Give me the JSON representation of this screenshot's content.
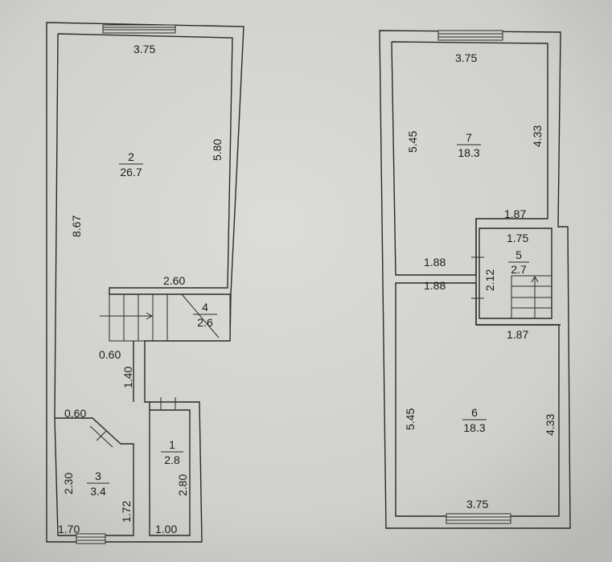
{
  "colors": {
    "paper": "#d6d6d3",
    "ink": "#222222"
  },
  "plan": {
    "left_floor": {
      "rooms": [
        {
          "number": "2",
          "area": "26.7"
        },
        {
          "number": "4",
          "area": "2.6"
        },
        {
          "number": "3",
          "area": "3.4"
        },
        {
          "number": "1",
          "area": "2.8"
        }
      ],
      "dimensions": {
        "top_width": "3.75",
        "room2_height": "5.80",
        "total_height": "8.67",
        "stair_width": "2.60",
        "corridor_width": "0.60",
        "corridor_length": "1.40",
        "room3_top": "0.60",
        "room3_height": "2.30",
        "room3_inner": "1.72",
        "room3_bottom": "1.70",
        "room1_height": "2.80",
        "room1_bottom": "1.00"
      }
    },
    "right_floor": {
      "rooms": [
        {
          "number": "7",
          "area": "18.3"
        },
        {
          "number": "5",
          "area": "2.7"
        },
        {
          "number": "6",
          "area": "18.3"
        }
      ],
      "dimensions": {
        "top_width": "3.75",
        "room7_left": "5.45",
        "room7_right": "4.33",
        "room7_bottom": "1.87",
        "room5_top": "1.75",
        "room5_height": "2.12",
        "hall_upper": "1.88",
        "hall_lower": "1.88",
        "room6_top": "1.87",
        "room6_left": "5.45",
        "room6_right": "4.33",
        "bottom_width": "3.75"
      }
    }
  }
}
